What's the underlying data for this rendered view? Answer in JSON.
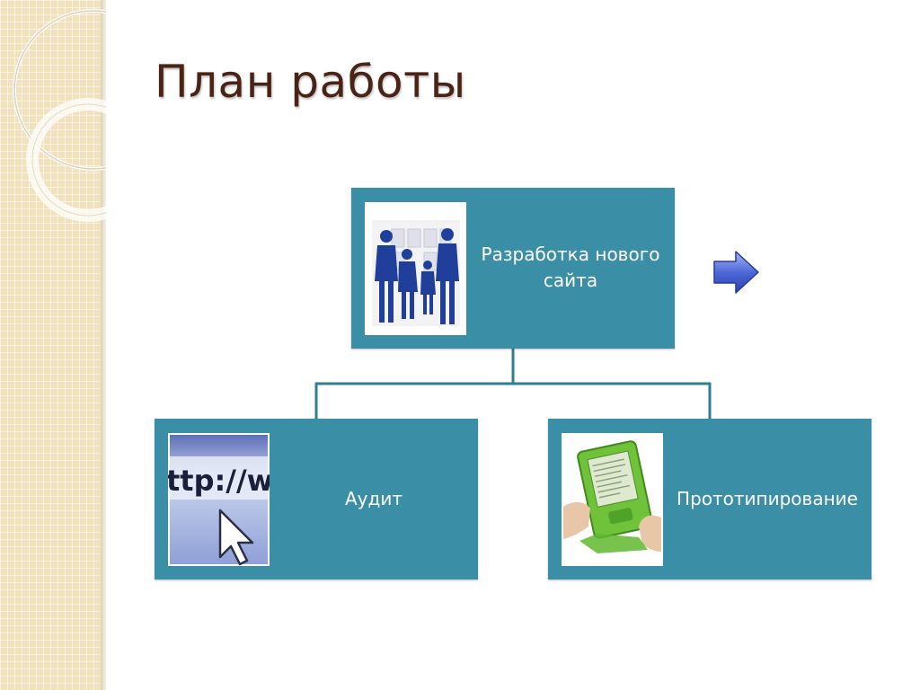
{
  "slide": {
    "title": "План работы"
  },
  "diagram": {
    "root": {
      "label": "Разработка нового сайта",
      "icon": "people-icon"
    },
    "children": [
      {
        "label": "Аудит",
        "icon": "http-cursor-icon"
      },
      {
        "label": "Прототипирование",
        "icon": "tablet-device-icon"
      }
    ]
  },
  "colors": {
    "node_fill": "#3a8fa6",
    "connector": "#2f7f93",
    "title": "#4a2317",
    "arrow": "#3b55c9"
  }
}
